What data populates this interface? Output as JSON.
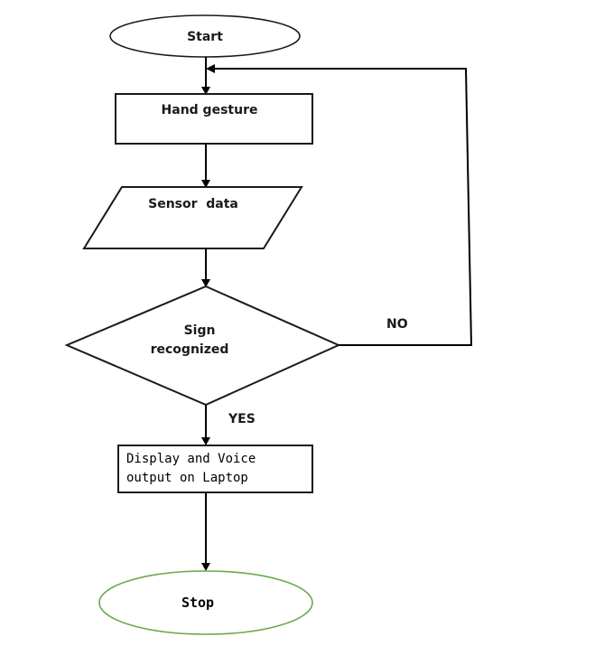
{
  "flowchart": {
    "start_label": "Start",
    "hand_gesture_label": "Hand gesture",
    "sensor_data_label": "Sensor  data",
    "decision_line1": "Sign",
    "decision_line2": "recognized",
    "no_label": "NO",
    "yes_label": "YES",
    "output_line1": "Display and Voice",
    "output_line2": "output on Laptop",
    "stop_label": "Stop"
  },
  "colors": {
    "stroke": "#1a1a1a",
    "stop_outline": "#6aa84f",
    "background": "#ffffff"
  }
}
